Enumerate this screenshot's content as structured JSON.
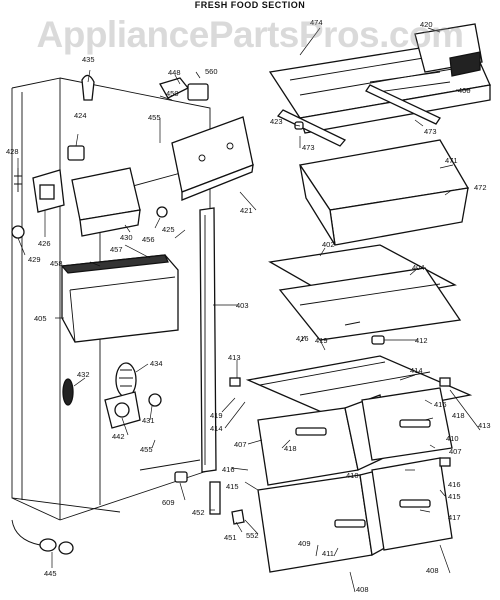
{
  "title": "FRESH FOOD SECTION",
  "watermark": "AppliancePartsPros.com",
  "callouts": [
    {
      "id": "c420",
      "text": "420"
    },
    {
      "id": "c474",
      "text": "474"
    },
    {
      "id": "c400",
      "text": "400"
    },
    {
      "id": "c473a",
      "text": "473"
    },
    {
      "id": "c473b",
      "text": "473"
    },
    {
      "id": "c423",
      "text": "423"
    },
    {
      "id": "c471",
      "text": "471"
    },
    {
      "id": "c472",
      "text": "472"
    },
    {
      "id": "c435",
      "text": "435"
    },
    {
      "id": "c448",
      "text": "448"
    },
    {
      "id": "c560",
      "text": "560"
    },
    {
      "id": "c450",
      "text": "450"
    },
    {
      "id": "c455a",
      "text": "455"
    },
    {
      "id": "c424",
      "text": "424"
    },
    {
      "id": "c428",
      "text": "428"
    },
    {
      "id": "c426",
      "text": "426"
    },
    {
      "id": "c429",
      "text": "429"
    },
    {
      "id": "c430",
      "text": "430"
    },
    {
      "id": "c425",
      "text": "425"
    },
    {
      "id": "c456",
      "text": "456"
    },
    {
      "id": "c421",
      "text": "421"
    },
    {
      "id": "c457",
      "text": "457"
    },
    {
      "id": "c458",
      "text": "458"
    },
    {
      "id": "c402",
      "text": "402"
    },
    {
      "id": "c404",
      "text": "404"
    },
    {
      "id": "c405",
      "text": "405"
    },
    {
      "id": "c403",
      "text": "403"
    },
    {
      "id": "c416a",
      "text": "416"
    },
    {
      "id": "c419a",
      "text": "419"
    },
    {
      "id": "c412",
      "text": "412"
    },
    {
      "id": "c413a",
      "text": "413"
    },
    {
      "id": "c414a",
      "text": "414"
    },
    {
      "id": "c434",
      "text": "434"
    },
    {
      "id": "c432",
      "text": "432"
    },
    {
      "id": "c431",
      "text": "431"
    },
    {
      "id": "c442",
      "text": "442"
    },
    {
      "id": "c455b",
      "text": "455"
    },
    {
      "id": "c419b",
      "text": "419"
    },
    {
      "id": "c414b",
      "text": "414"
    },
    {
      "id": "c407a",
      "text": "407"
    },
    {
      "id": "c418a",
      "text": "418"
    },
    {
      "id": "c416b",
      "text": "416"
    },
    {
      "id": "c418b",
      "text": "418"
    },
    {
      "id": "c410a",
      "text": "410"
    },
    {
      "id": "c413b",
      "text": "413"
    },
    {
      "id": "c407b",
      "text": "407"
    },
    {
      "id": "c410b",
      "text": "410"
    },
    {
      "id": "c416c",
      "text": "416"
    },
    {
      "id": "c416d",
      "text": "416"
    },
    {
      "id": "c415a",
      "text": "415"
    },
    {
      "id": "c415b",
      "text": "415"
    },
    {
      "id": "c609",
      "text": "609"
    },
    {
      "id": "c452",
      "text": "452"
    },
    {
      "id": "c451",
      "text": "451"
    },
    {
      "id": "c552",
      "text": "552"
    },
    {
      "id": "c409",
      "text": "409"
    },
    {
      "id": "c411",
      "text": "411"
    },
    {
      "id": "c417",
      "text": "417"
    },
    {
      "id": "c408a",
      "text": "408"
    },
    {
      "id": "c408b",
      "text": "408"
    },
    {
      "id": "c445",
      "text": "445"
    }
  ]
}
